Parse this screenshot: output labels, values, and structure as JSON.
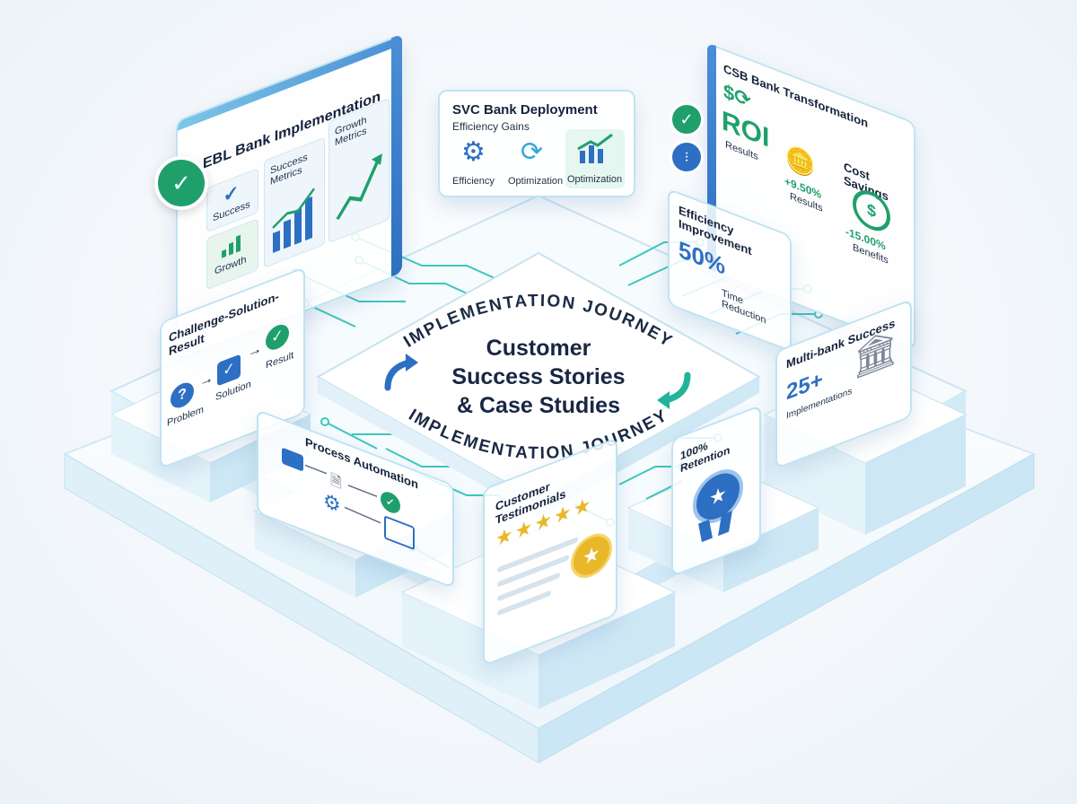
{
  "hub": {
    "title_line1": "Customer",
    "title_line2": "Success Stories",
    "title_line3": "& Case Studies",
    "ring_top": "IMPLEMENTATION JOURNEY",
    "ring_bottom": "IMPLEMENTATION JOURNEY"
  },
  "ebl": {
    "title": "EBL Bank Implementation",
    "tile_success": "Success",
    "tile_growth": "Growth",
    "tile_metrics": "Success Metrics",
    "tile_growth_metrics": "Growth Metrics"
  },
  "svc": {
    "title": "SVC Bank Deployment",
    "subtitle": "Efficiency Gains",
    "items": [
      "Efficiency",
      "Optimization",
      "Optimization"
    ]
  },
  "csb": {
    "title": "CSB Bank Transformation",
    "roi": "ROI",
    "roi_label": "Results",
    "mid_value": "+9.50%",
    "mid_label": "Results",
    "cost_title": "Cost Savings",
    "cost_value": "-15.00%",
    "cost_label": "Benefits"
  },
  "efficiency": {
    "title": "Efficiency Improvement",
    "value": "50%",
    "label": "Time Reduction"
  },
  "csr": {
    "title": "Challenge-Solution-Result",
    "problem": "Problem",
    "solution": "Solution",
    "result": "Result"
  },
  "multibank": {
    "title": "Multi-bank Success",
    "value": "25+",
    "label": "Implementations"
  },
  "process": {
    "title": "Process Automation"
  },
  "retention": {
    "title": "100% Retention"
  },
  "testimonials": {
    "title": "Customer Testimonials"
  },
  "colors": {
    "accent_teal": "#35c6b8",
    "accent_blue": "#2d6fc2",
    "success_green": "#1fa06b",
    "gold": "#e9b72a"
  }
}
